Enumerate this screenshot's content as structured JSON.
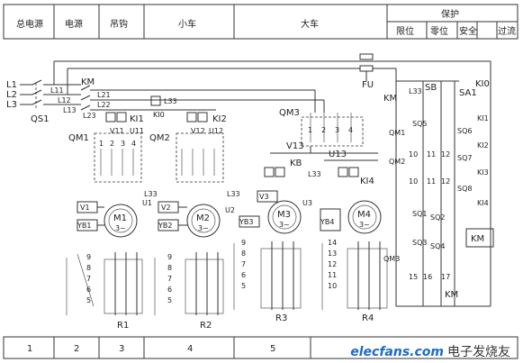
{
  "header": {
    "main_power": "总电源",
    "power": "电源",
    "hook": "吊钩",
    "trolley": "小车",
    "bridge": "大车",
    "protection": "保护",
    "limit": "限位",
    "zero_position": "零位",
    "safety": "安全",
    "overcurrent": "过流"
  },
  "footer": {
    "columns": [
      "1",
      "2",
      "3",
      "4",
      "5"
    ]
  },
  "labels": {
    "L1": "L1",
    "L2": "L2",
    "L3": "L3",
    "QS1": "QS1",
    "L11": "L11",
    "L12": "L12",
    "L13": "L13",
    "KM": "KM",
    "L21": "L21",
    "L22": "L22",
    "L23": "L23",
    "FU": "FU",
    "KI1": "KI1",
    "KI2": "KI2",
    "KI0": "KI0",
    "L33": "L33",
    "QM1": "QM1",
    "QM2": "QM2",
    "QM3": "QM3",
    "V11": "V11",
    "U11": "U11",
    "V12": "V12",
    "U12": "U12",
    "V13": "V13",
    "U13": "U13",
    "KB": "KB",
    "KI4": "KI4",
    "KI3": "KI3",
    "V1": "V1",
    "U1": "U1",
    "V2": "V2",
    "U2": "U2",
    "V3": "V3",
    "U3": "U3",
    "YB1": "YB1",
    "YB2": "YB2",
    "YB3": "YB3",
    "YB4": "YB4",
    "M1": "M1",
    "M2": "M2",
    "M3": "M3",
    "M4": "M4",
    "three_phase": "3~",
    "R1": "R1",
    "R2": "R2",
    "R3": "R3",
    "R4": "R4",
    "SB": "SB",
    "SA1": "SA1",
    "KI0b": "KI0",
    "SQ1": "SQ1",
    "SQ2": "SQ2",
    "SQ3": "SQ3",
    "SQ4": "SQ4",
    "SQ5": "SQ5",
    "SQ6": "SQ6",
    "SQ7": "SQ7",
    "SQ8": "SQ8",
    "KI1b": "KI1",
    "KI2b": "KI2",
    "KI3b": "KI3",
    "KI4b": "KI4",
    "KMcoil": "KM",
    "n1": "1",
    "n2": "2",
    "n3": "3",
    "n4": "4",
    "n5": "5",
    "n6": "6",
    "n7": "7",
    "n8": "8",
    "n9": "9",
    "n10": "10",
    "n11": "11",
    "n12": "12",
    "n13": "13",
    "n14": "14",
    "n15": "15",
    "n16": "16",
    "n17": "17"
  },
  "watermark": {
    "site": "elecfans.com",
    "cn": "电子发烧友"
  }
}
